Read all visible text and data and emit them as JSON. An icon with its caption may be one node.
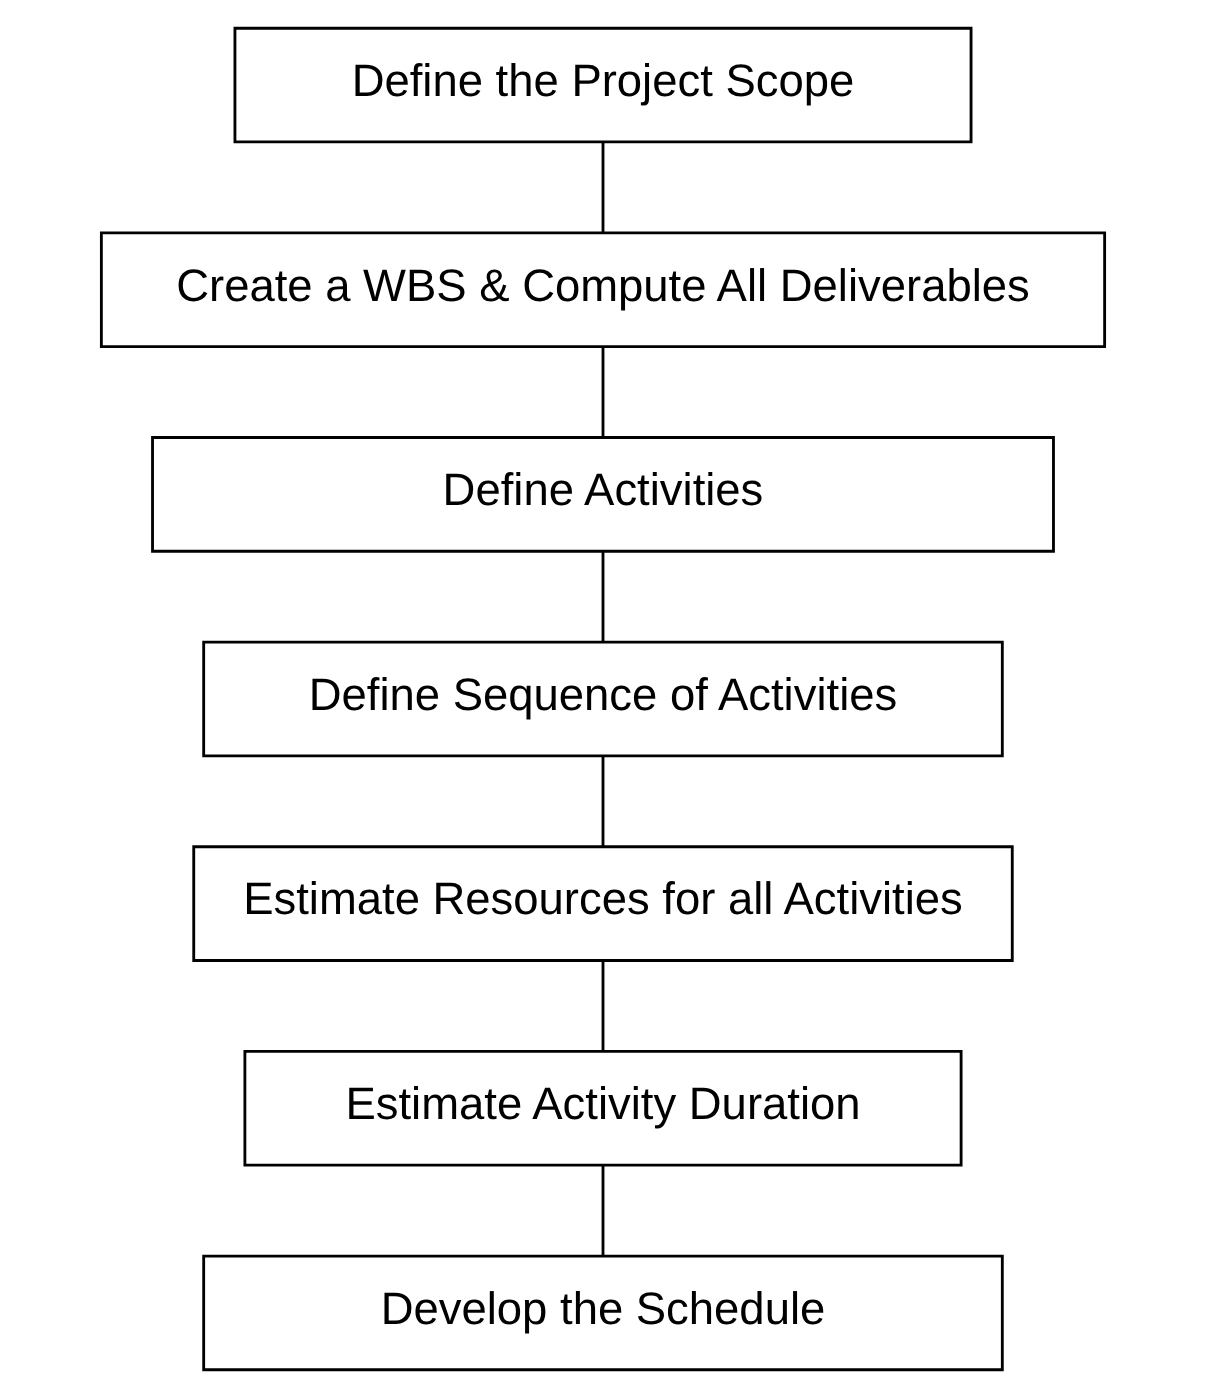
{
  "diagram": {
    "nodes": [
      {
        "text": [
          "Define the Project Scope"
        ]
      },
      {
        "text": [
          "Create a WBS & Compute All Deliverables"
        ]
      },
      {
        "text": [
          "Define Activities"
        ]
      },
      {
        "text": [
          "Define Sequence of Activities"
        ]
      },
      {
        "text": [
          "Estimate Resources for all Activities"
        ]
      },
      {
        "text": [
          "Estimate Activity Duration"
        ]
      },
      {
        "text": [
          "Develop the Schedule"
        ]
      }
    ],
    "edges": [
      {
        "from": 0,
        "to": 1,
        "arrow": "none"
      },
      {
        "from": 1,
        "to": 2,
        "arrow": "none"
      },
      {
        "from": 2,
        "to": 3,
        "arrow": "none"
      },
      {
        "from": 3,
        "to": 4,
        "arrow": "none"
      },
      {
        "from": 4,
        "to": 5,
        "arrow": "none"
      },
      {
        "from": 5,
        "to": 6,
        "arrow": "none"
      }
    ]
  }
}
